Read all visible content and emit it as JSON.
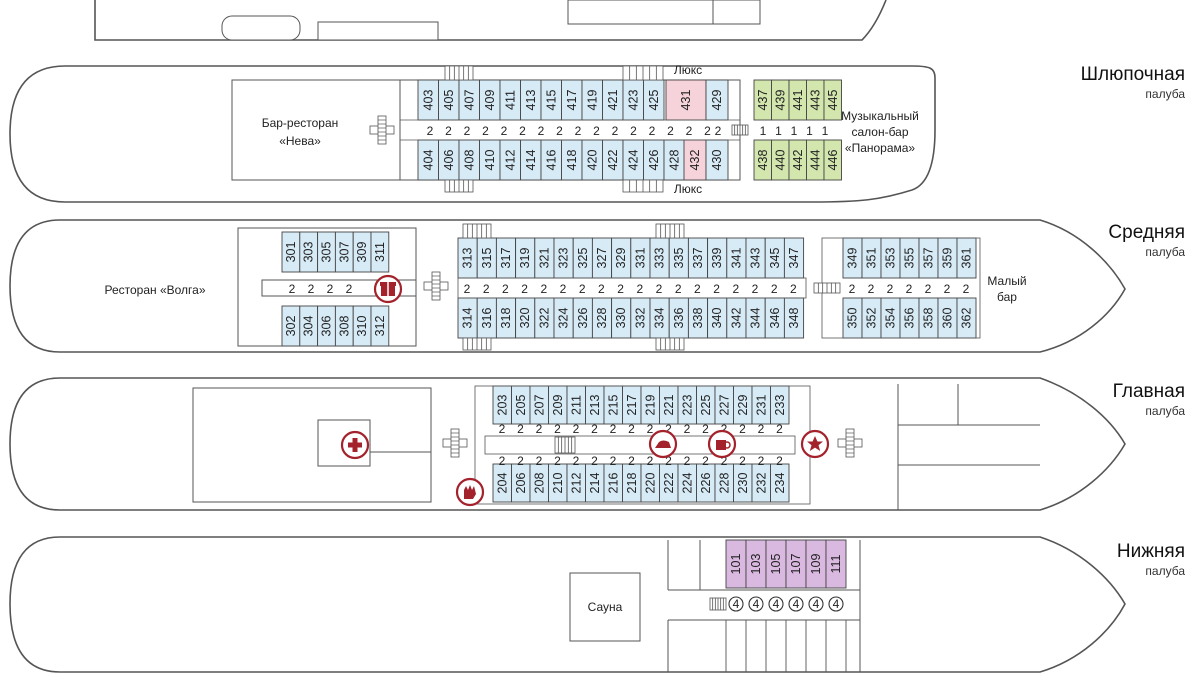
{
  "decks": [
    {
      "name": "Шлюпочная",
      "sub": "палуба",
      "areas": {
        "bar": [
          "Бар-ресторан",
          "«Нева»"
        ],
        "music": [
          "Музыкальный",
          "салон-бар",
          "«Панорама»"
        ],
        "lux_top": "Люкс",
        "lux_bottom": "Люкс"
      },
      "top_blue": [
        "403",
        "405",
        "407",
        "409",
        "411",
        "413",
        "415",
        "417",
        "419",
        "421",
        "423",
        "425"
      ],
      "top_pink": "431",
      "top_blue_end": "429",
      "top_green": [
        "437",
        "439",
        "441",
        "443",
        "445"
      ],
      "bottom_blue": [
        "404",
        "406",
        "408",
        "410",
        "412",
        "414",
        "416",
        "418",
        "420",
        "422",
        "424",
        "426",
        "428"
      ],
      "bottom_pink": "432",
      "bottom_blue_end": "430",
      "bottom_green": [
        "438",
        "440",
        "442",
        "444",
        "446"
      ],
      "caps_left": [
        "2",
        "2",
        "2",
        "2",
        "2",
        "2",
        "2",
        "2",
        "2",
        "2",
        "2",
        "2",
        "2",
        "2",
        "2",
        "2"
      ],
      "caps_mid": "2",
      "caps_right": [
        "1",
        "1",
        "1",
        "1",
        "1"
      ]
    },
    {
      "name": "Средняя",
      "sub": "палуба",
      "areas": {
        "restaurant": "Ресторан «Волга»",
        "smallbar": [
          "Малый",
          "бар"
        ]
      },
      "fwd_top": [
        "301",
        "303",
        "305",
        "307",
        "309",
        "311"
      ],
      "fwd_bottom": [
        "302",
        "304",
        "306",
        "308",
        "310",
        "312"
      ],
      "mid_top": [
        "313",
        "315",
        "317",
        "319",
        "321",
        "323",
        "325",
        "327",
        "329",
        "331",
        "333",
        "335",
        "337",
        "339",
        "341",
        "343",
        "345",
        "347"
      ],
      "mid_bottom": [
        "314",
        "316",
        "318",
        "320",
        "322",
        "324",
        "326",
        "328",
        "330",
        "332",
        "334",
        "336",
        "338",
        "340",
        "342",
        "344",
        "346",
        "348"
      ],
      "end_top": [
        "349",
        "351",
        "353",
        "355",
        "357",
        "359",
        "361"
      ],
      "end_bottom": [
        "350",
        "352",
        "354",
        "356",
        "358",
        "360",
        "362"
      ],
      "caps_left": [
        "2",
        "2",
        "2",
        "2"
      ],
      "caps_mid": [
        "2",
        "2",
        "2",
        "2",
        "2",
        "2",
        "2",
        "2",
        "2",
        "2",
        "2",
        "2",
        "2",
        "2",
        "2",
        "2",
        "2",
        "2"
      ],
      "caps_end": [
        "2",
        "2",
        "2",
        "2",
        "2",
        "2",
        "2"
      ]
    },
    {
      "name": "Главная",
      "sub": "палуба",
      "top": [
        "203",
        "205",
        "207",
        "209",
        "211",
        "213",
        "215",
        "217",
        "219",
        "221",
        "223",
        "225",
        "227",
        "229",
        "231",
        "233"
      ],
      "bottom": [
        "204",
        "206",
        "208",
        "210",
        "212",
        "214",
        "216",
        "218",
        "220",
        "222",
        "224",
        "226",
        "228",
        "230",
        "232",
        "234"
      ],
      "caps": [
        "2",
        "2",
        "2",
        "2",
        "2",
        "2",
        "2",
        "2",
        "2",
        "2",
        "2",
        "2",
        "2",
        "2",
        "2",
        "2"
      ]
    },
    {
      "name": "Нижняя",
      "sub": "палуба",
      "areas": {
        "sauna": "Сауна"
      },
      "cabins": [
        "101",
        "103",
        "105",
        "107",
        "109",
        "111"
      ],
      "caps": [
        "4",
        "4",
        "4",
        "4",
        "4",
        "4"
      ]
    }
  ],
  "colors": {
    "lux": "#d7ebf7",
    "suite": "#f6d3da",
    "green": "#d2e6ad",
    "purple": "#d9b9e0",
    "icon": "#a3222c"
  },
  "icons": [
    "medical-icon",
    "gift-icon",
    "iron-icon",
    "coffee-icon",
    "star-icon",
    "hand-icon"
  ]
}
